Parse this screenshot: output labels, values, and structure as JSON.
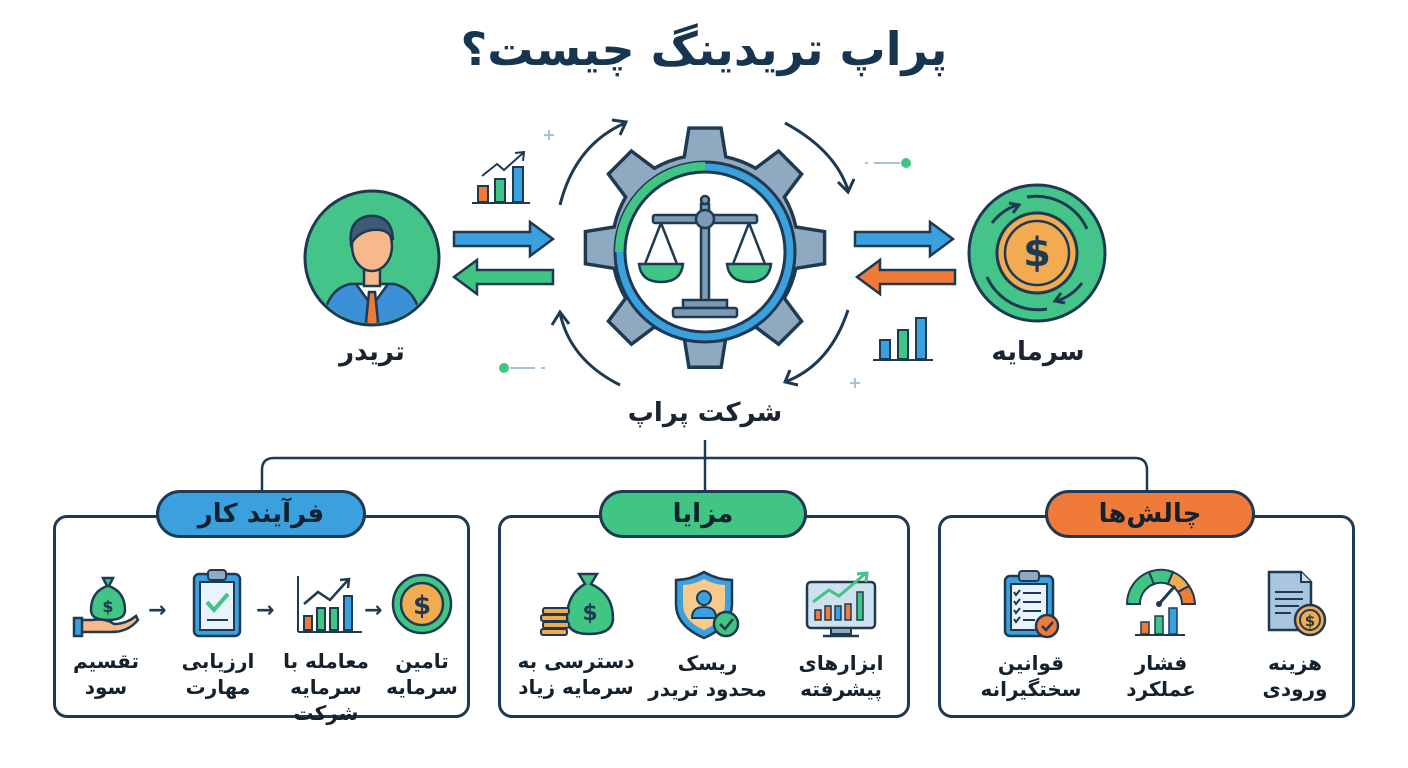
{
  "title": "پراپ تریدینگ چیست؟",
  "center": {
    "label": "شرکت پراپ",
    "icon": "gear-scale-icon"
  },
  "left_node": {
    "label": "تریدر",
    "icon": "trader-avatar-icon"
  },
  "right_node": {
    "label": "سرمایه",
    "icon": "dollar-coin-icon"
  },
  "colors": {
    "navy": "#1e3a52",
    "blue": "#3aa0de",
    "green": "#41c585",
    "orange": "#f07a3a",
    "gear": "#8fa9c0",
    "coin": "#f3ab52"
  },
  "sections": [
    {
      "key": "process",
      "title": "فرآیند کار",
      "color": "#3aa0de",
      "items": [
        {
          "line1": "تامین",
          "line2": "سرمایه",
          "icon": "dollar-coin-icon"
        },
        {
          "line1": "معامله با",
          "line2": "سرمایه شرکت",
          "icon": "bar-chart-growth-icon"
        },
        {
          "line1": "ارزیابی",
          "line2": "مهارت",
          "icon": "clipboard-check-icon"
        },
        {
          "line1": "تقسیم",
          "line2": "سود",
          "icon": "money-bag-hand-icon"
        }
      ]
    },
    {
      "key": "advantages",
      "title": "مزایا",
      "color": "#41c585",
      "items": [
        {
          "line1": "ابزارهای",
          "line2": "پیشرفته",
          "icon": "monitor-chart-icon"
        },
        {
          "line1": "ریسک",
          "line2": "محدود تریدر",
          "icon": "shield-user-icon"
        },
        {
          "line1": "دسترسی به",
          "line2": "سرمایه زیاد",
          "icon": "money-bag-coins-icon"
        }
      ]
    },
    {
      "key": "challenges",
      "title": "چالش‌ها",
      "color": "#f07a3a",
      "items": [
        {
          "line1": "هزینه",
          "line2": "ورودی",
          "icon": "document-dollar-icon"
        },
        {
          "line1": "فشار",
          "line2": "عملکرد",
          "icon": "gauge-chart-icon"
        },
        {
          "line1": "قوانین",
          "line2": "سختگیرانه",
          "icon": "checklist-clipboard-icon"
        }
      ]
    }
  ]
}
